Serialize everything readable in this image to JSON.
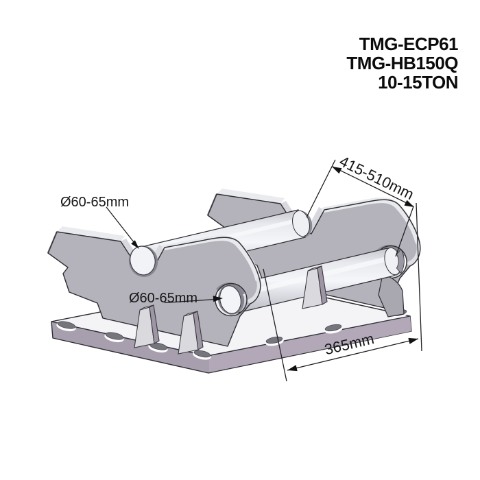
{
  "title_block": {
    "model_1": "TMG-ECP61",
    "model_2": "TMG-HB150Q",
    "capacity": "10-15TON"
  },
  "annotations": {
    "top_pin_diameter": "Ø60-65mm",
    "bottom_pin_diameter": "Ø60-65mm",
    "pin_center_distance": "415-510mm",
    "base_width": "365mm"
  },
  "drawing": {
    "type": "isometric-technical-drawing",
    "subject": "excavator quick coupler hitch bracket",
    "features": [
      "base mounting plate with bolt holes",
      "two shaped side plates",
      "two cross pins",
      "support ribs"
    ]
  },
  "colors": {
    "background": "#ffffff",
    "plate_face": "#b4b3bb",
    "plate_highlight": "#e9eaee",
    "base_top": "#f4f4f7",
    "base_edge": "#a89fae",
    "pin_cap": "#f2f3f7",
    "outline": "#2e2e33",
    "text": "#17171a"
  }
}
